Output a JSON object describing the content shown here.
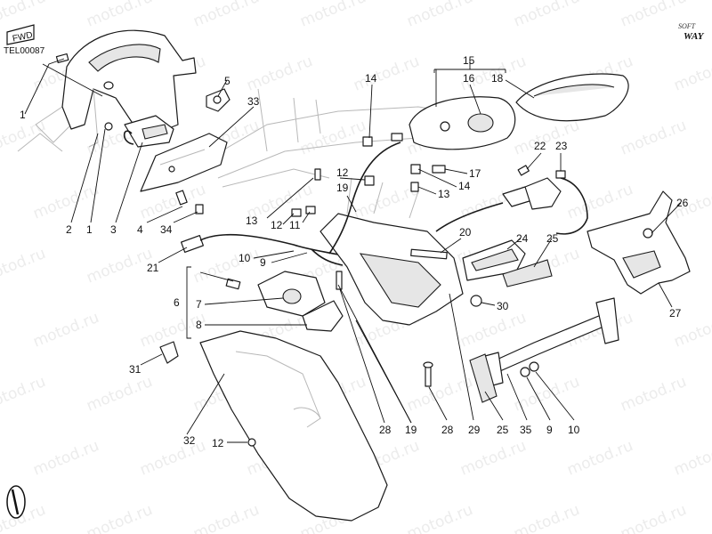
{
  "drawing": {
    "code": "TEL00087",
    "direction_badge": "FWD",
    "brand_top": "SOFT",
    "brand_bottom": "WAY"
  },
  "watermark": {
    "text": "motod.ru"
  },
  "callouts": [
    "1",
    "2",
    "1",
    "3",
    "4",
    "34",
    "5",
    "33",
    "6",
    "7",
    "8",
    "31",
    "32",
    "12",
    "21",
    "10",
    "9",
    "13",
    "12",
    "11",
    "12",
    "19",
    "14",
    "15",
    "16",
    "18",
    "17",
    "14",
    "13",
    "20",
    "22",
    "23",
    "24",
    "25",
    "26",
    "27",
    "28",
    "19",
    "28",
    "29",
    "25",
    "35",
    "9",
    "10",
    "30"
  ]
}
